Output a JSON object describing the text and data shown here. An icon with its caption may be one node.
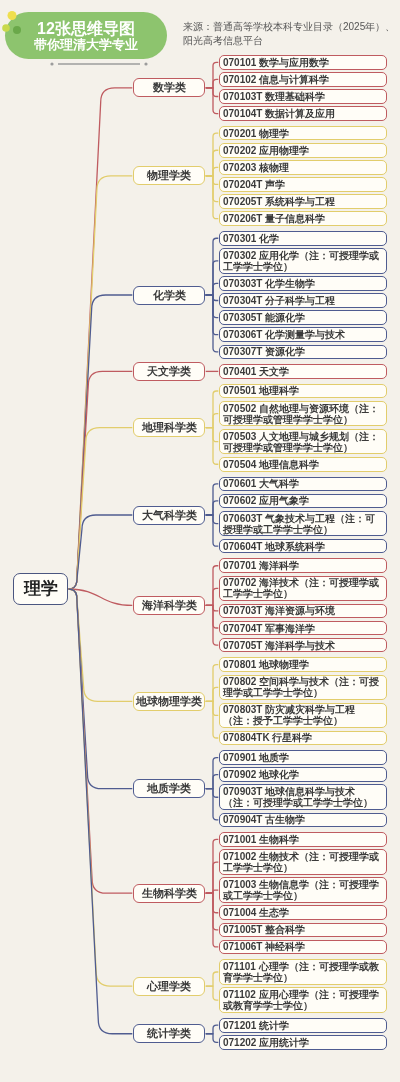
{
  "diagram": {
    "title": "12张思维导图",
    "nodes": [
      {
        "text": [
          "理学"
        ]
      },
      {
        "text": [
          "数学类"
        ]
      },
      {
        "text": [
          "070101 数学与应用数学"
        ]
      },
      {
        "text": [
          "070102 信息与计算科学"
        ]
      },
      {
        "text": [
          "070103T 数理基础科学"
        ]
      },
      {
        "text": [
          "070104T 数据计算及应用"
        ]
      },
      {
        "text": [
          "物理学类"
        ]
      },
      {
        "text": [
          "070201 物理学"
        ]
      },
      {
        "text": [
          "070202 应用物理学"
        ]
      },
      {
        "text": [
          "070203 核物理"
        ]
      },
      {
        "text": [
          "070204T 声学"
        ]
      },
      {
        "text": [
          "070205T 系统科学与工程"
        ]
      },
      {
        "text": [
          "070206T 量子信息科学"
        ]
      },
      {
        "text": [
          "化学类"
        ]
      },
      {
        "text": [
          "070301 化学"
        ]
      },
      {
        "text": [
          "070302 应用化学（注：可授理学或工学学士学位）"
        ]
      },
      {
        "text": [
          "070303T 化学生物学"
        ]
      },
      {
        "text": [
          "070304T 分子科学与工程"
        ]
      },
      {
        "text": [
          "070305T 能源化学"
        ]
      },
      {
        "text": [
          "070306T 化学测量学与技术"
        ]
      },
      {
        "text": [
          "070307T 资源化学"
        ]
      },
      {
        "text": [
          "天文学类"
        ]
      },
      {
        "text": [
          "070401 天文学"
        ]
      },
      {
        "text": [
          "地理科学类"
        ]
      },
      {
        "text": [
          "070501 地理科学"
        ]
      },
      {
        "text": [
          "070502 自然地理与资源环境（注：可授理学或管理学学士学位）"
        ]
      },
      {
        "text": [
          "070503 人文地理与城乡规划（注：可授理学或管理学学士学位）"
        ]
      },
      {
        "text": [
          "070504 地理信息科学"
        ]
      },
      {
        "text": [
          "大气科学类"
        ]
      },
      {
        "text": [
          "070601 大气科学"
        ]
      },
      {
        "text": [
          "070602 应用气象学"
        ]
      },
      {
        "text": [
          "070603T 气象技术与工程（注：可授理学或工学学士学位）"
        ]
      },
      {
        "text": [
          "070604T 地球系统科学"
        ]
      },
      {
        "text": [
          "海洋科学类"
        ]
      },
      {
        "text": [
          "070701 海洋科学"
        ]
      },
      {
        "text": [
          "070702 海洋技术（注：可授理学或工学学士学位）"
        ]
      },
      {
        "text": [
          "070703T 海洋资源与环境"
        ]
      },
      {
        "text": [
          "070704T 军事海洋学"
        ]
      },
      {
        "text": [
          "070705T 海洋科学与技术"
        ]
      },
      {
        "text": [
          "地球物理学类"
        ]
      },
      {
        "text": [
          "070801 地球物理学"
        ]
      },
      {
        "text": [
          "070802 空间科学与技术（注：可授理学或工学学士学位）"
        ]
      },
      {
        "text": [
          "070803T 防灾减灾科学与工程（注：授予工学学士学位）"
        ]
      },
      {
        "text": [
          "070804TK 行星科学"
        ]
      },
      {
        "text": [
          "地质学类"
        ]
      },
      {
        "text": [
          "070901 地质学"
        ]
      },
      {
        "text": [
          "070902 地球化学"
        ]
      },
      {
        "text": [
          "070903T 地球信息科学与技术（注：可授理学或工学学士学位）"
        ]
      },
      {
        "text": [
          "070904T 古生物学"
        ]
      },
      {
        "text": [
          "生物科学类"
        ]
      },
      {
        "text": [
          "071001 生物科学"
        ]
      },
      {
        "text": [
          "071002 生物技术（注：可授理学或工学学士学位）"
        ]
      },
      {
        "text": [
          "071003 生物信息学（注：可授理学或工学学士学位）"
        ]
      },
      {
        "text": [
          "071004 生态学"
        ]
      },
      {
        "text": [
          "071005T 整合科学"
        ]
      },
      {
        "text": [
          "071006T 神经科学"
        ]
      },
      {
        "text": [
          "心理学类"
        ]
      },
      {
        "text": [
          "071101 心理学（注：可授理学或教育学学士学位）"
        ]
      },
      {
        "text": [
          "071102 应用心理学（注：可授理学或教育学学士学位）"
        ]
      },
      {
        "text": [
          "统计学类"
        ]
      },
      {
        "text": [
          "071201 统计学"
        ]
      },
      {
        "text": [
          "071202 应用统计学"
        ]
      }
    ],
    "edges": [
      {
        "from": 0,
        "to": 1,
        "arrow": "none",
        "color": "#bf5b60"
      },
      {
        "from": 1,
        "to": 2,
        "arrow": "none",
        "color": "#bf5b60"
      },
      {
        "from": 1,
        "to": 3,
        "arrow": "none",
        "color": "#bf5b60"
      },
      {
        "from": 1,
        "to": 4,
        "arrow": "none",
        "color": "#bf5b60"
      },
      {
        "from": 1,
        "to": 5,
        "arrow": "none",
        "color": "#bf5b60"
      },
      {
        "from": 0,
        "to": 6,
        "arrow": "none",
        "color": "#e2cd6c"
      },
      {
        "from": 6,
        "to": 7,
        "arrow": "none",
        "color": "#e2cd6c"
      },
      {
        "from": 6,
        "to": 8,
        "arrow": "none",
        "color": "#e2cd6c"
      },
      {
        "from": 6,
        "to": 9,
        "arrow": "none",
        "color": "#e2cd6c"
      },
      {
        "from": 6,
        "to": 10,
        "arrow": "none",
        "color": "#e2cd6c"
      },
      {
        "from": 6,
        "to": 11,
        "arrow": "none",
        "color": "#e2cd6c"
      },
      {
        "from": 6,
        "to": 12,
        "arrow": "none",
        "color": "#e2cd6c"
      },
      {
        "from": 0,
        "to": 13,
        "arrow": "none",
        "color": "#4f5c90"
      },
      {
        "from": 13,
        "to": 14,
        "arrow": "none",
        "color": "#4f5c90"
      },
      {
        "from": 13,
        "to": 15,
        "arrow": "none",
        "color": "#4f5c90"
      },
      {
        "from": 13,
        "to": 16,
        "arrow": "none",
        "color": "#4f5c90"
      },
      {
        "from": 13,
        "to": 17,
        "arrow": "none",
        "color": "#4f5c90"
      },
      {
        "from": 13,
        "to": 18,
        "arrow": "none",
        "color": "#4f5c90"
      },
      {
        "from": 13,
        "to": 19,
        "arrow": "none",
        "color": "#4f5c90"
      },
      {
        "from": 13,
        "to": 20,
        "arrow": "none",
        "color": "#4f5c90"
      },
      {
        "from": 0,
        "to": 21,
        "arrow": "none",
        "color": "#bf5b60"
      },
      {
        "from": 21,
        "to": 22,
        "arrow": "none",
        "color": "#bf5b60"
      },
      {
        "from": 0,
        "to": 23,
        "arrow": "none",
        "color": "#e2cd6c"
      },
      {
        "from": 23,
        "to": 24,
        "arrow": "none",
        "color": "#e2cd6c"
      },
      {
        "from": 23,
        "to": 25,
        "arrow": "none",
        "color": "#e2cd6c"
      },
      {
        "from": 23,
        "to": 26,
        "arrow": "none",
        "color": "#e2cd6c"
      },
      {
        "from": 23,
        "to": 27,
        "arrow": "none",
        "color": "#e2cd6c"
      },
      {
        "from": 0,
        "to": 28,
        "arrow": "none",
        "color": "#4f5c90"
      },
      {
        "from": 28,
        "to": 29,
        "arrow": "none",
        "color": "#4f5c90"
      },
      {
        "from": 28,
        "to": 30,
        "arrow": "none",
        "color": "#4f5c90"
      },
      {
        "from": 28,
        "to": 31,
        "arrow": "none",
        "color": "#4f5c90"
      },
      {
        "from": 28,
        "to": 32,
        "arrow": "none",
        "color": "#4f5c90"
      },
      {
        "from": 0,
        "to": 33,
        "arrow": "none",
        "color": "#bf5b60"
      },
      {
        "from": 33,
        "to": 34,
        "arrow": "none",
        "color": "#bf5b60"
      },
      {
        "from": 33,
        "to": 35,
        "arrow": "none",
        "color": "#bf5b60"
      },
      {
        "from": 33,
        "to": 36,
        "arrow": "none",
        "color": "#bf5b60"
      },
      {
        "from": 33,
        "to": 37,
        "arrow": "none",
        "color": "#bf5b60"
      },
      {
        "from": 33,
        "to": 38,
        "arrow": "none",
        "color": "#bf5b60"
      },
      {
        "from": 0,
        "to": 39,
        "arrow": "none",
        "color": "#e2cd6c"
      },
      {
        "from": 39,
        "to": 40,
        "arrow": "none",
        "color": "#e2cd6c"
      },
      {
        "from": 39,
        "to": 41,
        "arrow": "none",
        "color": "#e2cd6c"
      },
      {
        "from": 39,
        "to": 42,
        "arrow": "none",
        "color": "#e2cd6c"
      },
      {
        "from": 39,
        "to": 43,
        "arrow": "none",
        "color": "#e2cd6c"
      },
      {
        "from": 0,
        "to": 44,
        "arrow": "none",
        "color": "#4f5c90"
      },
      {
        "from": 44,
        "to": 45,
        "arrow": "none",
        "color": "#4f5c90"
      },
      {
        "from": 44,
        "to": 46,
        "arrow": "none",
        "color": "#4f5c90"
      },
      {
        "from": 44,
        "to": 47,
        "arrow": "none",
        "color": "#4f5c90"
      },
      {
        "from": 44,
        "to": 48,
        "arrow": "none",
        "color": "#4f5c90"
      },
      {
        "from": 0,
        "to": 49,
        "arrow": "none",
        "color": "#bf5b60"
      },
      {
        "from": 49,
        "to": 50,
        "arrow": "none",
        "color": "#bf5b60"
      },
      {
        "from": 49,
        "to": 51,
        "arrow": "none",
        "color": "#bf5b60"
      },
      {
        "from": 49,
        "to": 52,
        "arrow": "none",
        "color": "#bf5b60"
      },
      {
        "from": 49,
        "to": 53,
        "arrow": "none",
        "color": "#bf5b60"
      },
      {
        "from": 49,
        "to": 54,
        "arrow": "none",
        "color": "#bf5b60"
      },
      {
        "from": 49,
        "to": 55,
        "arrow": "none",
        "color": "#bf5b60"
      },
      {
        "from": 0,
        "to": 56,
        "arrow": "none",
        "color": "#e2cd6c"
      },
      {
        "from": 56,
        "to": 57,
        "arrow": "none",
        "color": "#e2cd6c"
      },
      {
        "from": 56,
        "to": 58,
        "arrow": "none",
        "color": "#e2cd6c"
      },
      {
        "from": 0,
        "to": 59,
        "arrow": "none",
        "color": "#4f5c90"
      },
      {
        "from": 59,
        "to": 60,
        "arrow": "none",
        "color": "#4f5c90"
      },
      {
        "from": 59,
        "to": 61,
        "arrow": "none",
        "color": "#4f5c90"
      }
    ],
    "labels": [
      "带你理清大学专业",
      "来源：普通高等学校本科专业目录（2025年）、阳光高考信息平台"
    ]
  }
}
